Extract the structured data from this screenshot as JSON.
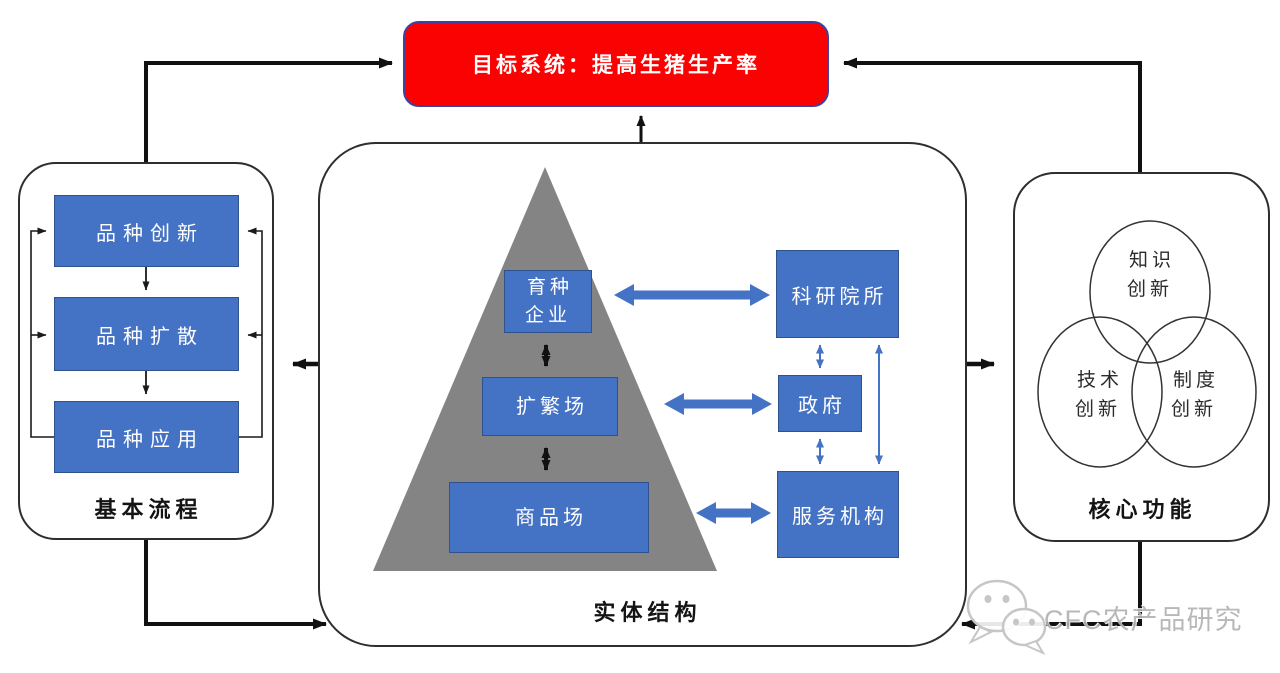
{
  "goal_box": {
    "label": "目标系统：提高生猪生产率"
  },
  "left_panel": {
    "caption": "基本流程",
    "boxes": [
      "品种创新",
      "品种扩散",
      "品种应用"
    ]
  },
  "center_panel": {
    "caption": "实体结构",
    "pyramid_boxes": [
      "育种\n企业",
      "扩繁场",
      "商品场"
    ],
    "org_boxes": [
      "科研院所",
      "政府",
      "服务机构"
    ]
  },
  "right_panel": {
    "caption": "核心功能",
    "venn_circles": [
      "知识\n创新",
      "技术\n创新",
      "制度\n创新"
    ]
  },
  "watermark": {
    "text": "CFC农产品研究",
    "icon": "wechat-icon"
  },
  "colors": {
    "accent_blue": "#4472C4",
    "goal_red": "#FA0202",
    "pyramid_gray": "#848484"
  }
}
